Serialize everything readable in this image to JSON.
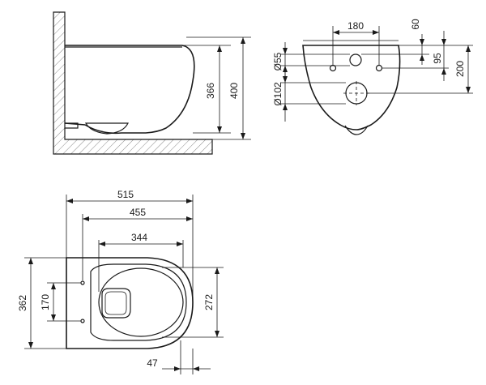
{
  "side_view": {
    "height_366": "366",
    "height_400": "400"
  },
  "rear_view": {
    "width_180": "180",
    "top_60": "60",
    "spacing_95": "95",
    "height_200": "200",
    "dia_55": "Ø55",
    "dia_102": "Ø102"
  },
  "top_view": {
    "length_515": "515",
    "length_455": "455",
    "length_344": "344",
    "width_362": "362",
    "bolt_170": "170",
    "seat_272": "272",
    "offset_47": "47"
  }
}
